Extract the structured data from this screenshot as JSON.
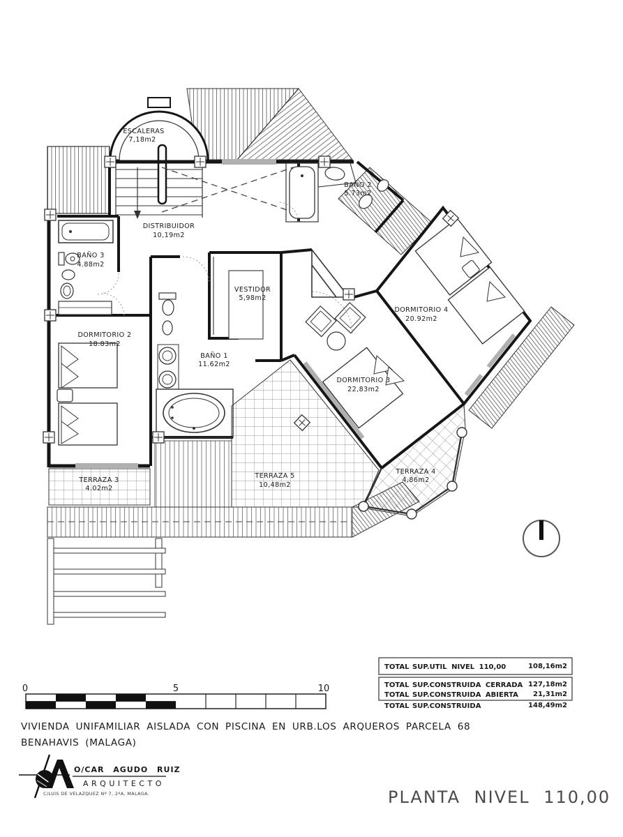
{
  "plan": {
    "rooms": [
      {
        "name": "ESCALERAS",
        "area": "7,18m2"
      },
      {
        "name": "DISTRIBUIDOR",
        "area": "10,19m2"
      },
      {
        "name": "BAÑO 3",
        "area": "4.88m2"
      },
      {
        "name": "BAÑO 2",
        "area": "5.73m2"
      },
      {
        "name": "VESTIDOR",
        "area": "5,98m2"
      },
      {
        "name": "DORMITORIO 2",
        "area": "18.83m2"
      },
      {
        "name": "BAÑO 1",
        "area": "11.62m2"
      },
      {
        "name": "DORMITORIO 3",
        "area": "22,83m2"
      },
      {
        "name": "DORMITORIO 4",
        "area": "20.92m2"
      },
      {
        "name": "TERRAZA 3",
        "area": "4.02m2"
      },
      {
        "name": "TERRAZA 5",
        "area": "10,48m2"
      },
      {
        "name": "TERRAZA 4",
        "area": "4,86m2"
      }
    ]
  },
  "totals": {
    "rows": [
      {
        "label": "TOTAL",
        "desc": "SUP.UTIL NIVEL 110,00",
        "value": "108,16m2"
      },
      {
        "label": "TOTAL",
        "desc": "SUP.CONSTRUIDA CERRADA",
        "value": "127,18m2"
      },
      {
        "label": "TOTAL",
        "desc": "SUP.CONSTRUIDA ABIERTA",
        "value": "21,31m2"
      },
      {
        "label": "TOTAL",
        "desc": "SUP.CONSTRUIDA",
        "value": "148,49m2"
      }
    ]
  },
  "scale": {
    "ticks": [
      "0",
      "5",
      "10"
    ]
  },
  "project": {
    "line1": "VIVIENDA UNIFAMILIAR AISLADA CON PISCINA EN URB.LOS ARQUEROS PARCELA 68",
    "line2": "BENAHAVIS (MALAGA)"
  },
  "architect": {
    "name": "O/CAR AGUDO RUIZ",
    "title": "ARQUITECTO",
    "address": "C/LUIS DE VELAZQUEZ Nº 7, 2ºA, MALAGA."
  },
  "plan_title": "PLANTA NIVEL 110,00",
  "colors": {
    "ink": "#1a1a1a",
    "window_gray": "#b0b0b0",
    "paper": "#ffffff"
  }
}
